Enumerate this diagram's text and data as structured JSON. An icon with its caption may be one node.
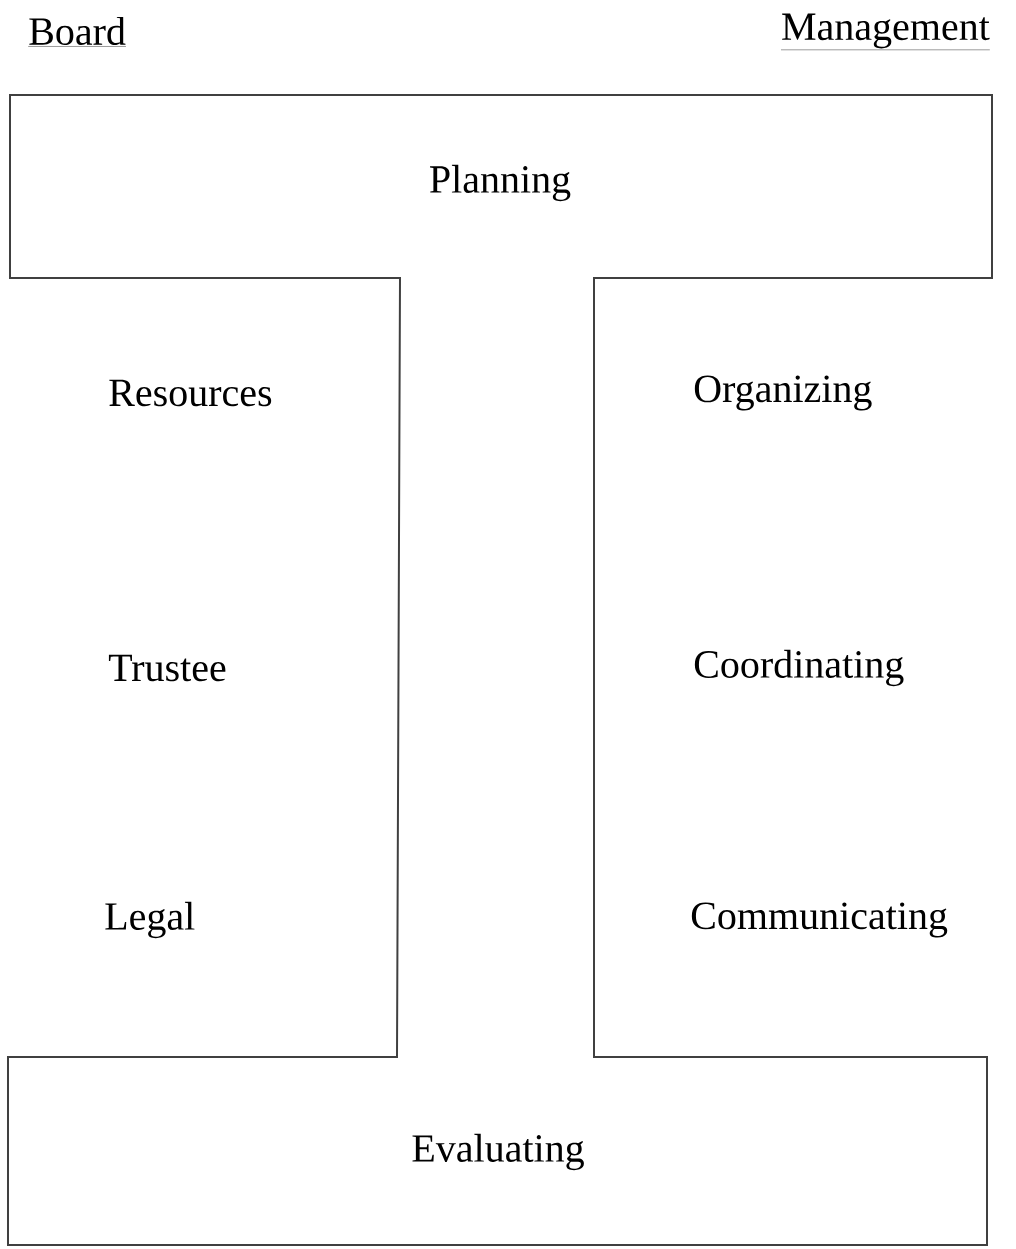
{
  "diagram": {
    "nodes": [
      {
        "text": [
          "Planning",
          "Evaluating"
        ]
      }
    ],
    "edges": [],
    "labels": [
      "Board",
      "Management",
      "Resources",
      "Organizing",
      "Trustee",
      "Coordinating",
      "Legal",
      "Communicating"
    ]
  }
}
